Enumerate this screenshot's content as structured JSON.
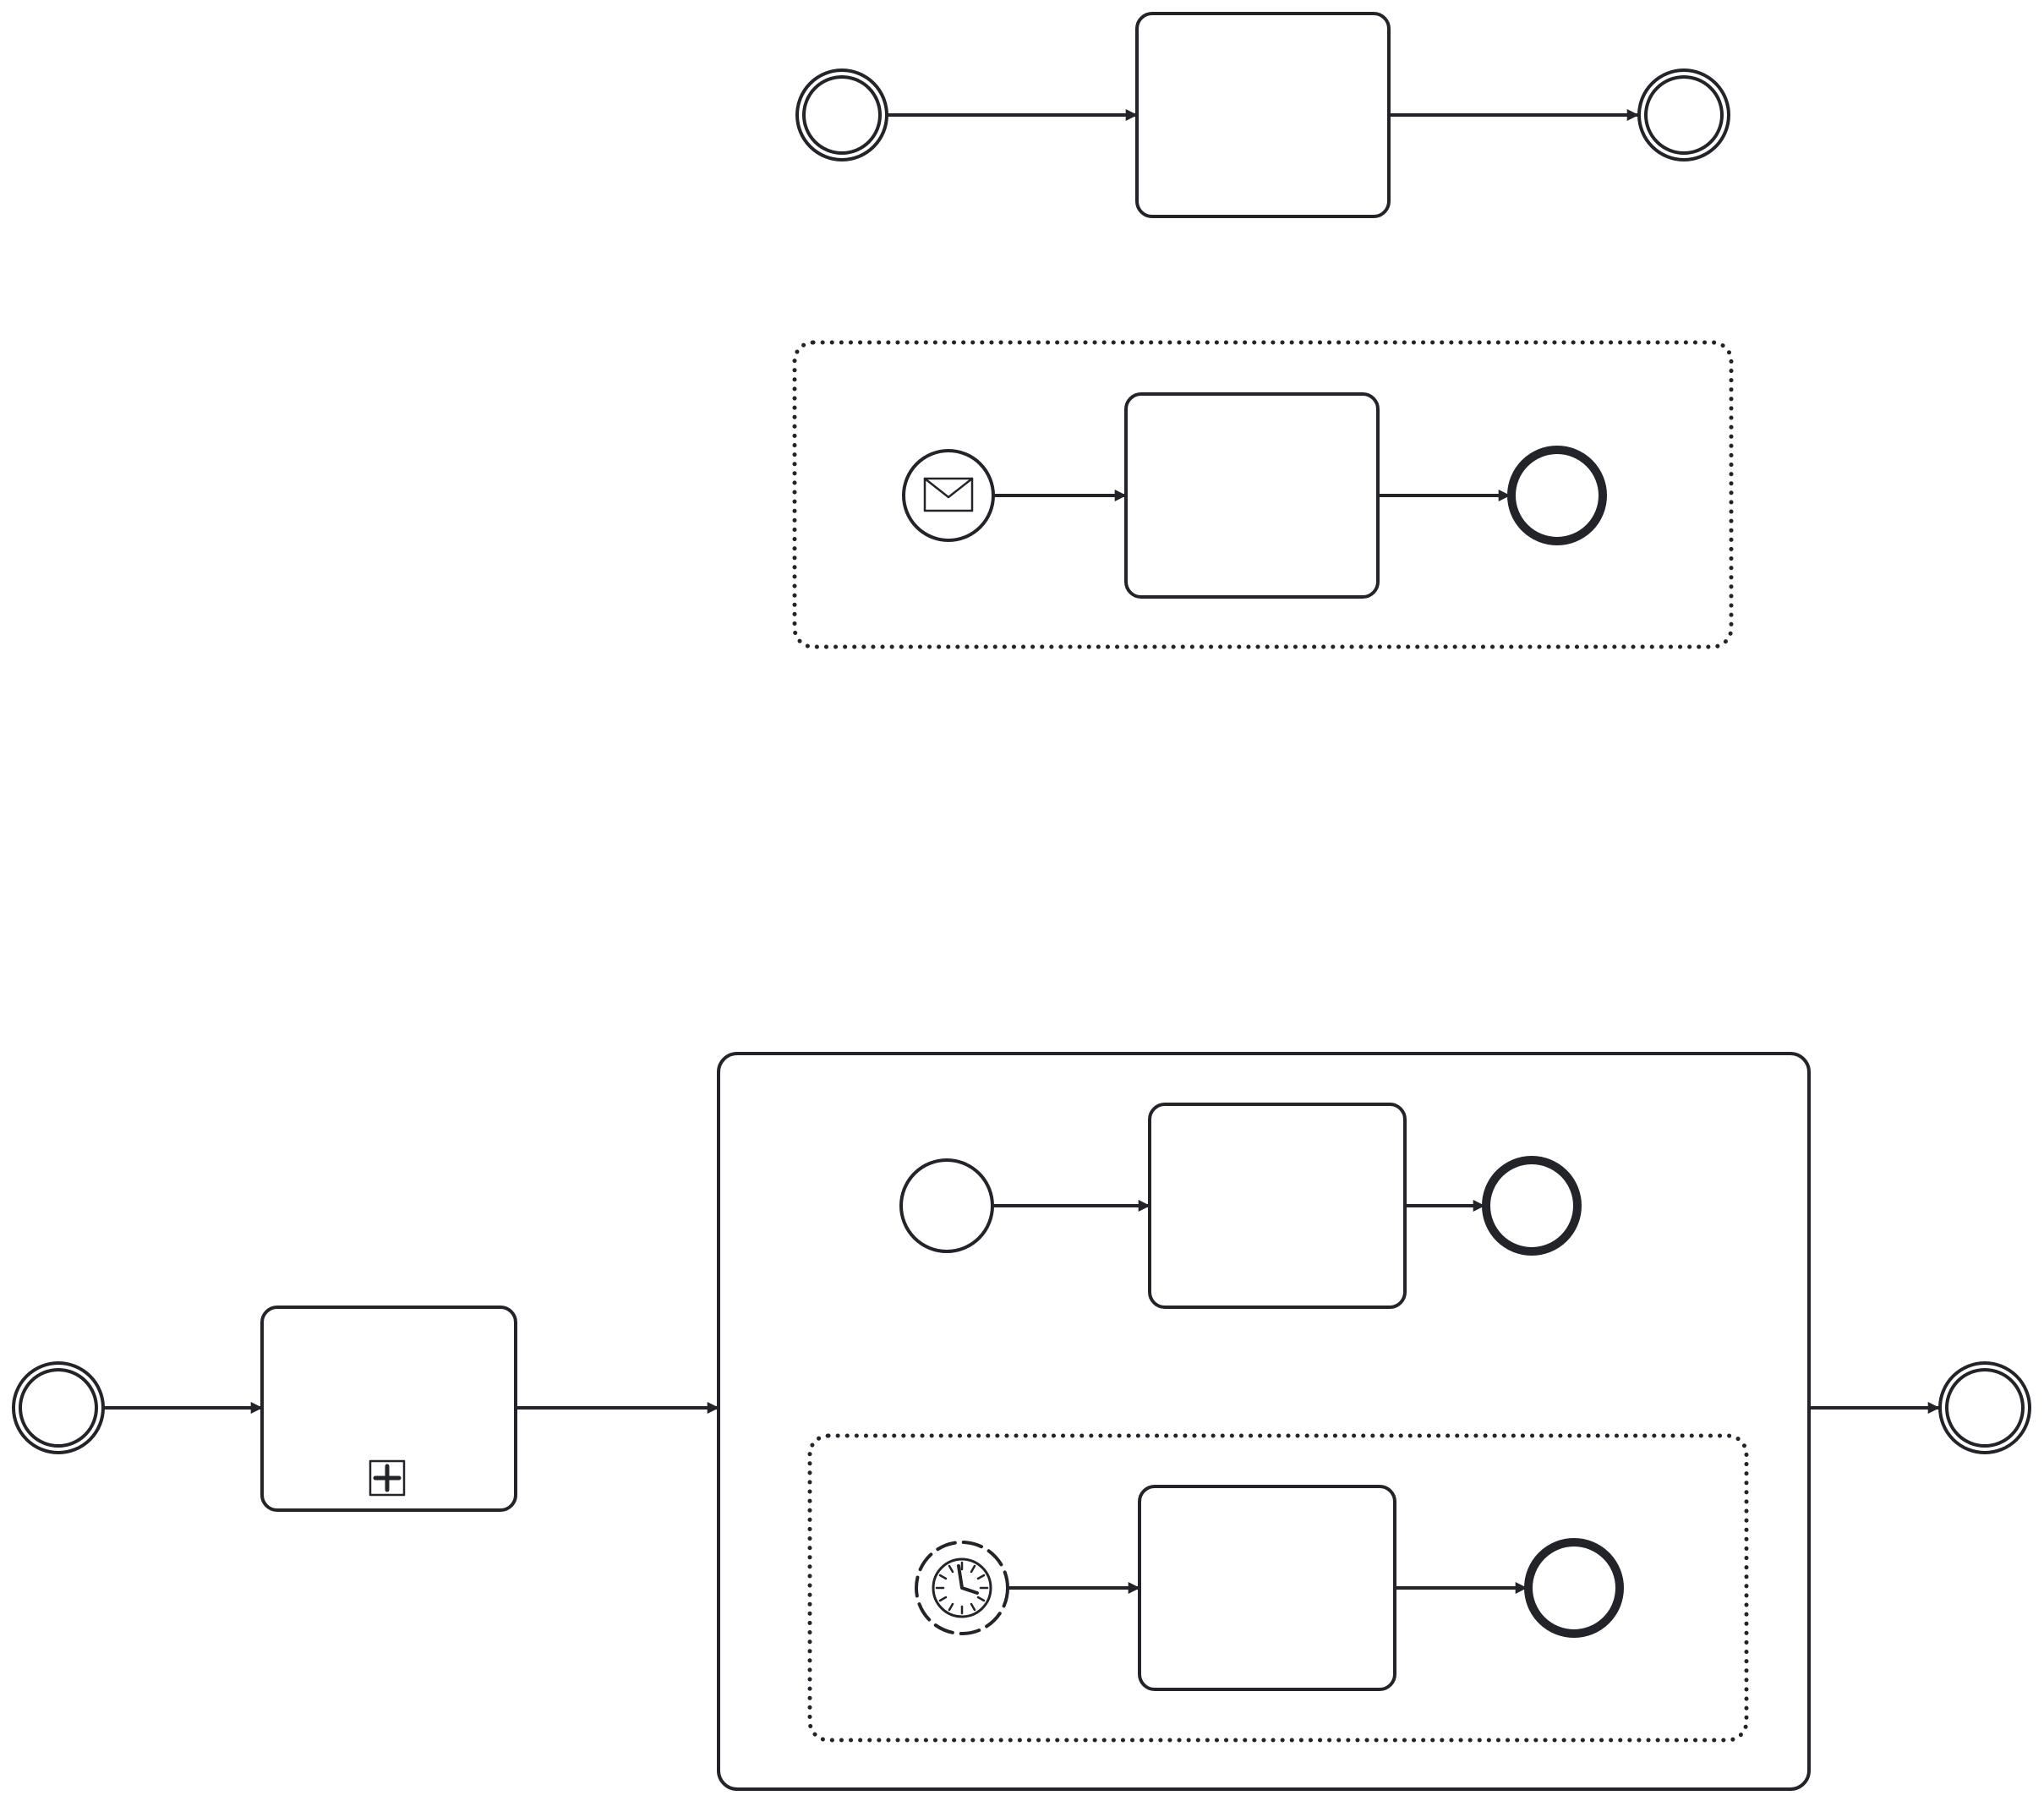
{
  "diagram": {
    "notation": "BPMN",
    "stroke_color": "#22242a",
    "background": "#ffffff",
    "elements": [
      {
        "name": "top-start-event",
        "kind": "start-event"
      },
      {
        "name": "top-task",
        "kind": "task",
        "label": ""
      },
      {
        "name": "top-end-event",
        "kind": "end-event"
      },
      {
        "name": "event-subprocess-top",
        "kind": "event-subprocess"
      },
      {
        "name": "message-start-event",
        "kind": "start-event",
        "icon": "envelope-icon"
      },
      {
        "name": "event-subprocess-task",
        "kind": "task",
        "label": ""
      },
      {
        "name": "event-subprocess-end-event",
        "kind": "end-event"
      },
      {
        "name": "main-start-event",
        "kind": "start-event"
      },
      {
        "name": "collapsed-subprocess",
        "kind": "collapsed-subprocess",
        "icon": "plus-marker-icon"
      },
      {
        "name": "expanded-subprocess",
        "kind": "expanded-subprocess"
      },
      {
        "name": "inner-start-event",
        "kind": "start-event"
      },
      {
        "name": "inner-task",
        "kind": "task",
        "label": ""
      },
      {
        "name": "inner-end-event",
        "kind": "end-event"
      },
      {
        "name": "inner-event-subprocess",
        "kind": "event-subprocess"
      },
      {
        "name": "timer-start-event",
        "kind": "non-interrupting-start-event",
        "icon": "clock-icon"
      },
      {
        "name": "timer-task",
        "kind": "task",
        "label": ""
      },
      {
        "name": "timer-end-event",
        "kind": "end-event"
      },
      {
        "name": "main-end-event",
        "kind": "end-event"
      }
    ]
  }
}
